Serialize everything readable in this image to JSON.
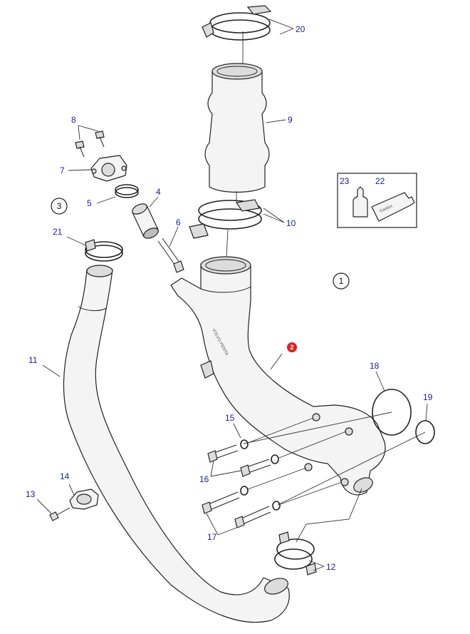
{
  "callouts": {
    "p1": "1",
    "p2": "2",
    "p3": "3",
    "p4": "4",
    "p5": "5",
    "p6": "6",
    "p7": "7",
    "p8": "8",
    "p9": "9",
    "p10": "10",
    "p11": "11",
    "p12": "12",
    "p13": "13",
    "p14": "14",
    "p15": "15",
    "p16": "16",
    "p17": "17",
    "p18": "18",
    "p19": "19",
    "p20": "20",
    "p21": "21",
    "p22": "22",
    "p23": "23"
  },
  "markings": {
    "tube_label": "Gasket",
    "casting_stamp": "VOLVO PENTA"
  },
  "colors": {
    "callout_text": "#1a1aa6",
    "highlight_badge": "#e02020",
    "outline": "#222222"
  }
}
